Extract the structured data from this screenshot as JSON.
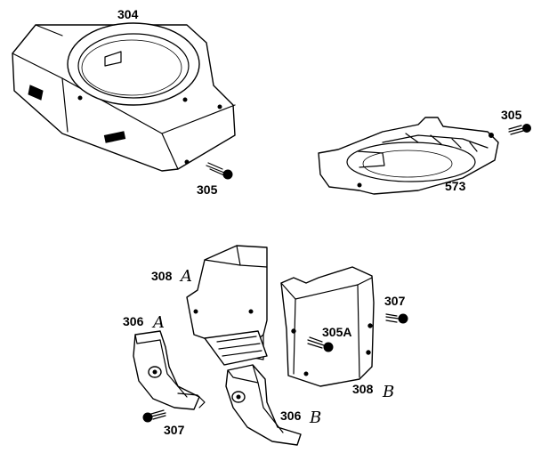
{
  "parts": {
    "p304": {
      "number": "304"
    },
    "p305_upper_left": {
      "number": "305"
    },
    "p305_upper_right": {
      "number": "305"
    },
    "p573": {
      "number": "573"
    },
    "p308a": {
      "number": "308",
      "variant": "A"
    },
    "p306a": {
      "number": "306",
      "variant": "A"
    },
    "p307_lower_left": {
      "number": "307"
    },
    "p306b": {
      "number": "306",
      "variant": "B"
    },
    "p305a": {
      "number": "305A"
    },
    "p307_right": {
      "number": "307"
    },
    "p308b": {
      "number": "308",
      "variant": "B"
    }
  },
  "colors": {
    "ink": "#000000",
    "paper": "#ffffff"
  }
}
